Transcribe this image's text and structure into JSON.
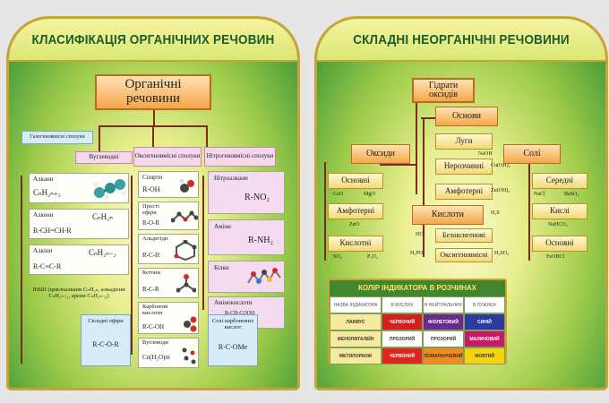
{
  "left": {
    "title": "КЛАСИФІКАЦІЯ ОРГАНІЧНИХ РЕЧОВИН",
    "root": "Органічні речовини",
    "halogen": "Галогеновмісні сполуки",
    "col1_header": "Вуглеводні",
    "col2_header": "Оксигеновмісні сполуки",
    "col3_header": "Нітрогеновмісні сполуки",
    "alkanes": "Алкани",
    "alkanes_formula": "CₙH₂ₙ₊₂",
    "alkenes": "Алкени",
    "alkenes_formula": "CₙH₂ₙ",
    "alkenes_struct": "R-CH=CH-R",
    "alkynes": "Алкіни",
    "alkynes_formula": "CₙH₂ₙ₋₂",
    "alkynes_struct": "R-C≡C-R",
    "other": "ІНШІ (циклоалкани CₙH₂ₙ, алкадієни CₙH₂ₙ₋₂, арени CₙH₂ₙ₋₆)",
    "esters": "Складні ефіри",
    "esters_formula": "R-C-O-R",
    "alcohols": "Спирти",
    "alcohols_formula": "R-OH",
    "ethers": "Прості ефіри",
    "ethers_formula": "R-O-R",
    "aldehydes": "Альдегіди",
    "aldehydes_formula": "R-C-H",
    "ketones": "Кетони",
    "ketones_formula": "R-C-R",
    "acids": "Карбонові кислоти",
    "acids_formula": "R-C-OH",
    "carbs": "Вуглеводи",
    "carbs_formula": "Cn(H₂O)m",
    "salts": "Солі карбонових кислот",
    "salts_formula": "R-C-OMe",
    "nitro": "Нітроалкани",
    "nitro_formula": "R-NO₂",
    "amines": "Аміни",
    "amines_formula": "R-NH₂",
    "proteins": "Білки",
    "aminoacids": "Амінокислоти",
    "aminoacids_formula": "R-CH-COOH",
    "nh2": "NH₂"
  },
  "right": {
    "title": "СКЛАДНІ НЕОРГАНІЧНІ РЕЧОВИНИ",
    "hydrates": "Гідрати оксидів",
    "oxides": "Оксиди",
    "salts": "Солі",
    "bases": "Основи",
    "alkalis": "Луги",
    "alkalis_ex": "NaOH",
    "insoluble": "Нерозчинні",
    "insoluble_ex": "Cu(OH)₂",
    "amphoteric_h": "Амфотерні",
    "amphoteric_h_ex": "Zn(OH)₂",
    "acids": "Кислоти",
    "acids_ex": "H₂S",
    "oxygenfree": "Безоксигенові",
    "oxygenfree_ex": "HCl",
    "oxygen": "Оксигеновмісні",
    "oxygen_ex1": "H₃PO₄",
    "oxygen_ex2": "H₂SO₄",
    "basic_ox": "Основні",
    "basic_ox_ex1": "CaO",
    "basic_ox_ex2": "MgO",
    "amph_ox": "Амфотерні",
    "amph_ox_ex": "ZnO",
    "acid_ox": "Кислотні",
    "acid_ox_ex1": "SO₂",
    "acid_ox_ex2": "P₂O₅",
    "middle": "Середні",
    "middle_ex1": "NaCl",
    "middle_ex2": "BaSO₄",
    "acidic": "Кислі",
    "acidic_ex": "NaHCO₃",
    "basic_s": "Основні",
    "basic_s_ex": "FeOHCl",
    "table": {
      "title": "КОЛІР ІНДИКАТОРА В РОЗЧИНАХ",
      "headers": [
        "НАЗВА ІНДИКАТОРА",
        "В КИСЛИХ",
        "В НЕЙТРАЛЬНИХ",
        "В ЛУЖНИХ"
      ],
      "rows": [
        [
          "ЛАКМУС",
          "ЧЕРВОНИЙ",
          "ФІОЛЕТОВИЙ",
          "СИНІЙ"
        ],
        [
          "ФЕНОЛФТАЛЕЇН",
          "ПРОЗОРИЙ",
          "ПРОЗОРИЙ",
          "МАЛИНОВИЙ"
        ],
        [
          "МЕТИЛОРАНЖ",
          "ЧЕРВОНИЙ",
          "ПОМАРАНЧЕВИЙ",
          "ЖОВТИЙ"
        ]
      ],
      "colors": [
        [
          "#d51f1f",
          "#6a2b8e",
          "#2e3b9e"
        ],
        [
          "#ffffff",
          "#ffffff",
          "#c81a6b"
        ],
        [
          "#e0251e",
          "#f28a1d",
          "#f6d40e"
        ]
      ]
    }
  }
}
